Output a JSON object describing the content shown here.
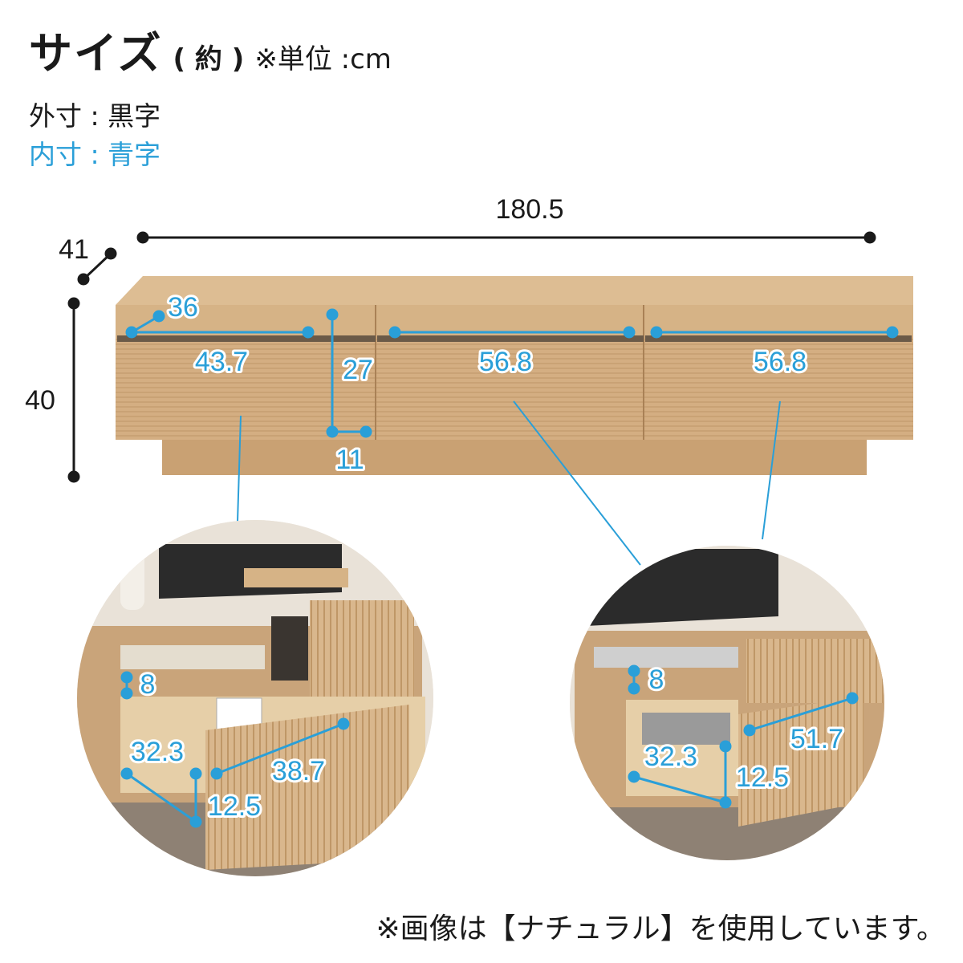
{
  "header": {
    "title": "サイズ",
    "approx": "( 約 )",
    "unit_note": "※単位 :cm"
  },
  "legend": {
    "outer": "外寸 : 黒字",
    "inner": "内寸 : 青字"
  },
  "outer_dimensions": {
    "width": "180.5",
    "depth": "41",
    "height": "40"
  },
  "inner_dimensions": {
    "top_left_drawer_depth": "36",
    "left_drawer_width": "43.7",
    "center_drawer_width": "56.8",
    "right_drawer_width": "56.8",
    "open_shelf_height": "27",
    "open_shelf_width": "11"
  },
  "left_detail": {
    "shelf_height": "8",
    "drawer_depth": "32.3",
    "drawer_width": "38.7",
    "drawer_height": "12.5"
  },
  "right_detail": {
    "shelf_height": "8",
    "drawer_depth": "32.3",
    "drawer_width": "51.7",
    "drawer_height": "12.5"
  },
  "footer": {
    "note": "※画像は【ナチュラル】を使用しています。"
  },
  "colors": {
    "dimension_black": "#1a1a1a",
    "dimension_blue": "#2a9fd8",
    "wood": "#d3ad80",
    "wood_dark": "#b88f60",
    "background": "#ffffff"
  }
}
